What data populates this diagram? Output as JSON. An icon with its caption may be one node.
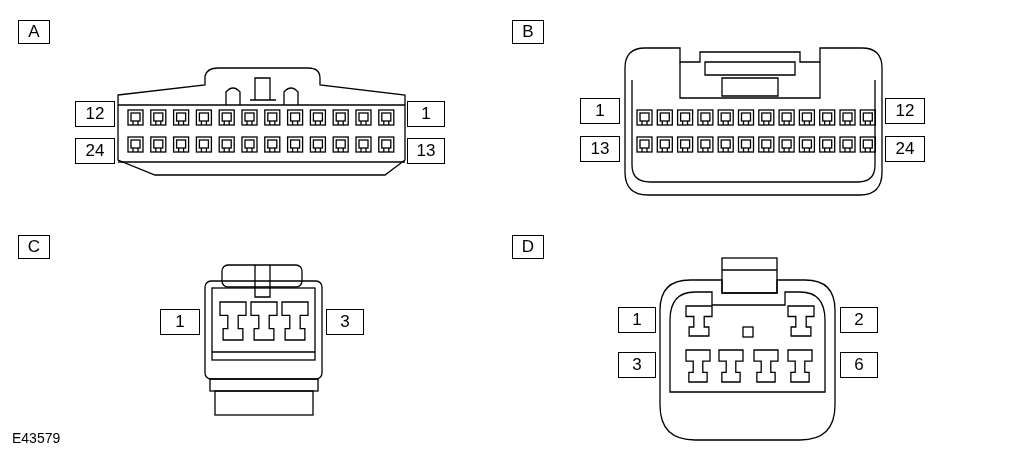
{
  "diagram": {
    "nodes": [
      {
        "text": [
          "A"
        ]
      },
      {
        "text": [
          "12"
        ]
      },
      {
        "text": [
          "1"
        ]
      },
      {
        "text": [
          "24"
        ]
      },
      {
        "text": [
          "13"
        ]
      },
      {
        "text": [
          "B"
        ]
      },
      {
        "text": [
          "1"
        ]
      },
      {
        "text": [
          "12"
        ]
      },
      {
        "text": [
          "13"
        ]
      },
      {
        "text": [
          "24"
        ]
      },
      {
        "text": [
          "C"
        ]
      },
      {
        "text": [
          "1"
        ]
      },
      {
        "text": [
          "3"
        ]
      },
      {
        "text": [
          "D"
        ]
      },
      {
        "text": [
          "1"
        ]
      },
      {
        "text": [
          "2"
        ]
      },
      {
        "text": [
          "3"
        ]
      },
      {
        "text": [
          "6"
        ]
      }
    ],
    "edges": [],
    "labels": [
      "E43579"
    ]
  }
}
